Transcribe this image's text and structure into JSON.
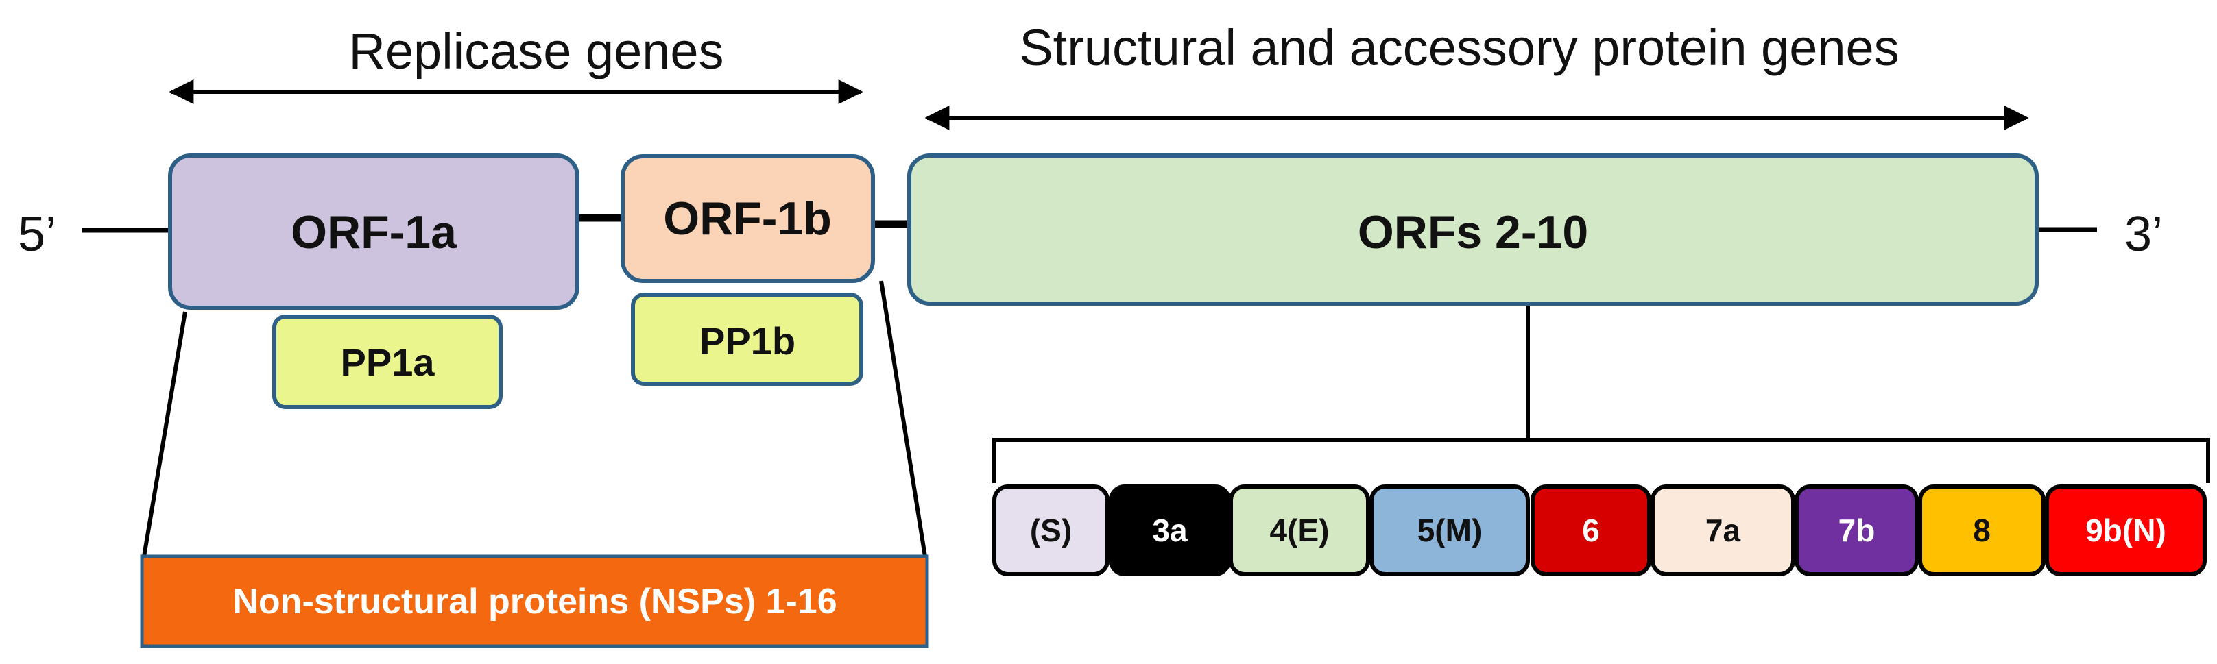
{
  "headers": {
    "replicase": "Replicase genes",
    "structural": "Structural and accessory protein genes"
  },
  "ends": {
    "five_prime": "5’",
    "three_prime": "3’"
  },
  "orfs": {
    "orf1a": "ORF-1a",
    "orf1b": "ORF-1b",
    "orfs2_10": "ORFs 2-10"
  },
  "polyproteins": {
    "pp1a": "PP1a",
    "pp1b": "PP1b"
  },
  "nsp_label": "Non-structural proteins (NSPs) 1-16",
  "genes": [
    {
      "label": "(S)",
      "fill": "#e6e0ee",
      "text": "#111111"
    },
    {
      "label": "3a",
      "fill": "#000000",
      "text": "#ffffff"
    },
    {
      "label": "4(E)",
      "fill": "#d5e8c4",
      "text": "#111111"
    },
    {
      "label": "5(M)",
      "fill": "#8db4d9",
      "text": "#111111"
    },
    {
      "label": "6",
      "fill": "#d60000",
      "text": "#ffffff"
    },
    {
      "label": "7a",
      "fill": "#fbe9dc",
      "text": "#111111"
    },
    {
      "label": "7b",
      "fill": "#7030a0",
      "text": "#ffffff"
    },
    {
      "label": "8",
      "fill": "#ffc000",
      "text": "#111111"
    },
    {
      "label": "9b(N)",
      "fill": "#ff0000",
      "text": "#ffffff"
    }
  ],
  "colors": {
    "orf1a": "#cdc3de",
    "orf1b": "#fbd3b6",
    "orfs2_10": "#d3e8c6",
    "polyprotein": "#eaf58e",
    "nsp": "#f4690f",
    "border": "#2e5f86"
  }
}
